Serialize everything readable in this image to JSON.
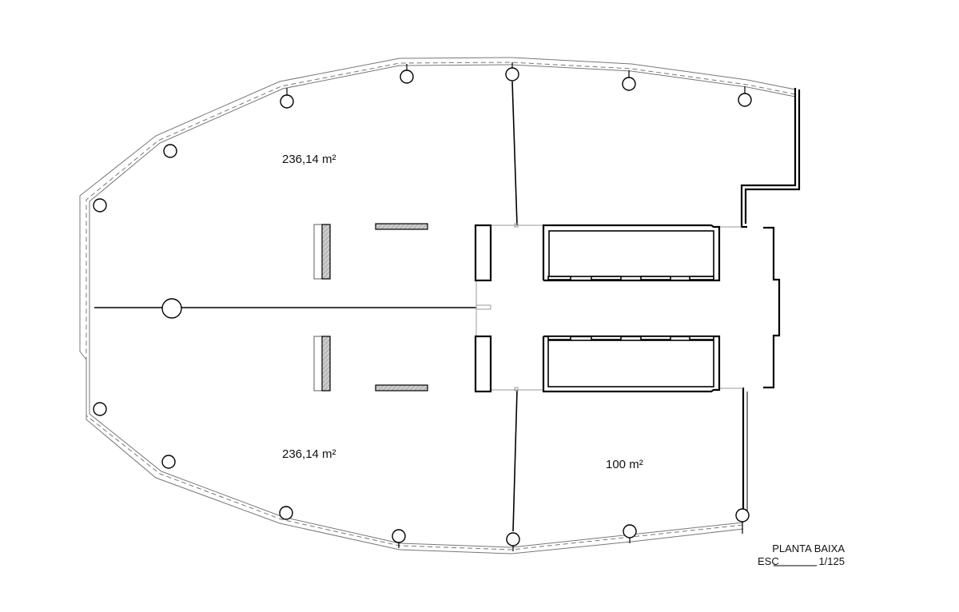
{
  "plan": {
    "areas": [
      {
        "label": "236,14 m²"
      },
      {
        "label": "236,14 m²"
      },
      {
        "label": "100 m²"
      }
    ],
    "title": "PLANTA BAIXA",
    "scale_prefix": "ESC",
    "scale_value": "1/125"
  }
}
